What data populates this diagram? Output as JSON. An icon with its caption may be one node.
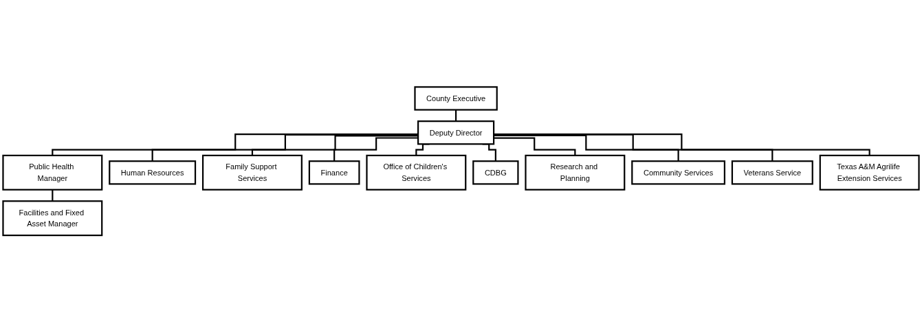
{
  "diagram": {
    "nodes": [
      {
        "text": [
          "County Executive"
        ]
      },
      {
        "text": [
          "Deputy Director"
        ]
      },
      {
        "text": [
          "Facilities and Fixed Asset Manager"
        ]
      },
      {
        "text": [
          "Public Health Manager"
        ]
      },
      {
        "text": [
          "Human Resources"
        ]
      },
      {
        "text": [
          "Family Support Services"
        ]
      },
      {
        "text": [
          "Finance"
        ]
      },
      {
        "text": [
          "Office of Children's Services"
        ]
      },
      {
        "text": [
          "CDBG"
        ]
      },
      {
        "text": [
          "Research and Planning"
        ]
      },
      {
        "text": [
          "Community Services"
        ]
      },
      {
        "text": [
          "Veterans Service"
        ]
      },
      {
        "text": [
          "Texas A&M Agrilife Extension Services"
        ]
      }
    ],
    "edges": [
      {
        "from": 0,
        "to": 1,
        "arrow": "none"
      },
      {
        "from": 1,
        "to": 3,
        "arrow": "none"
      },
      {
        "from": 3,
        "to": 2,
        "arrow": "none"
      },
      {
        "from": 1,
        "to": 4,
        "arrow": "none"
      },
      {
        "from": 1,
        "to": 5,
        "arrow": "none"
      },
      {
        "from": 1,
        "to": 6,
        "arrow": "none"
      },
      {
        "from": 1,
        "to": 7,
        "arrow": "none"
      },
      {
        "from": 1,
        "to": 8,
        "arrow": "none"
      },
      {
        "from": 1,
        "to": 9,
        "arrow": "none"
      },
      {
        "from": 1,
        "to": 10,
        "arrow": "none"
      },
      {
        "from": 1,
        "to": 11,
        "arrow": "none"
      },
      {
        "from": 1,
        "to": 12,
        "arrow": "none"
      }
    ]
  }
}
